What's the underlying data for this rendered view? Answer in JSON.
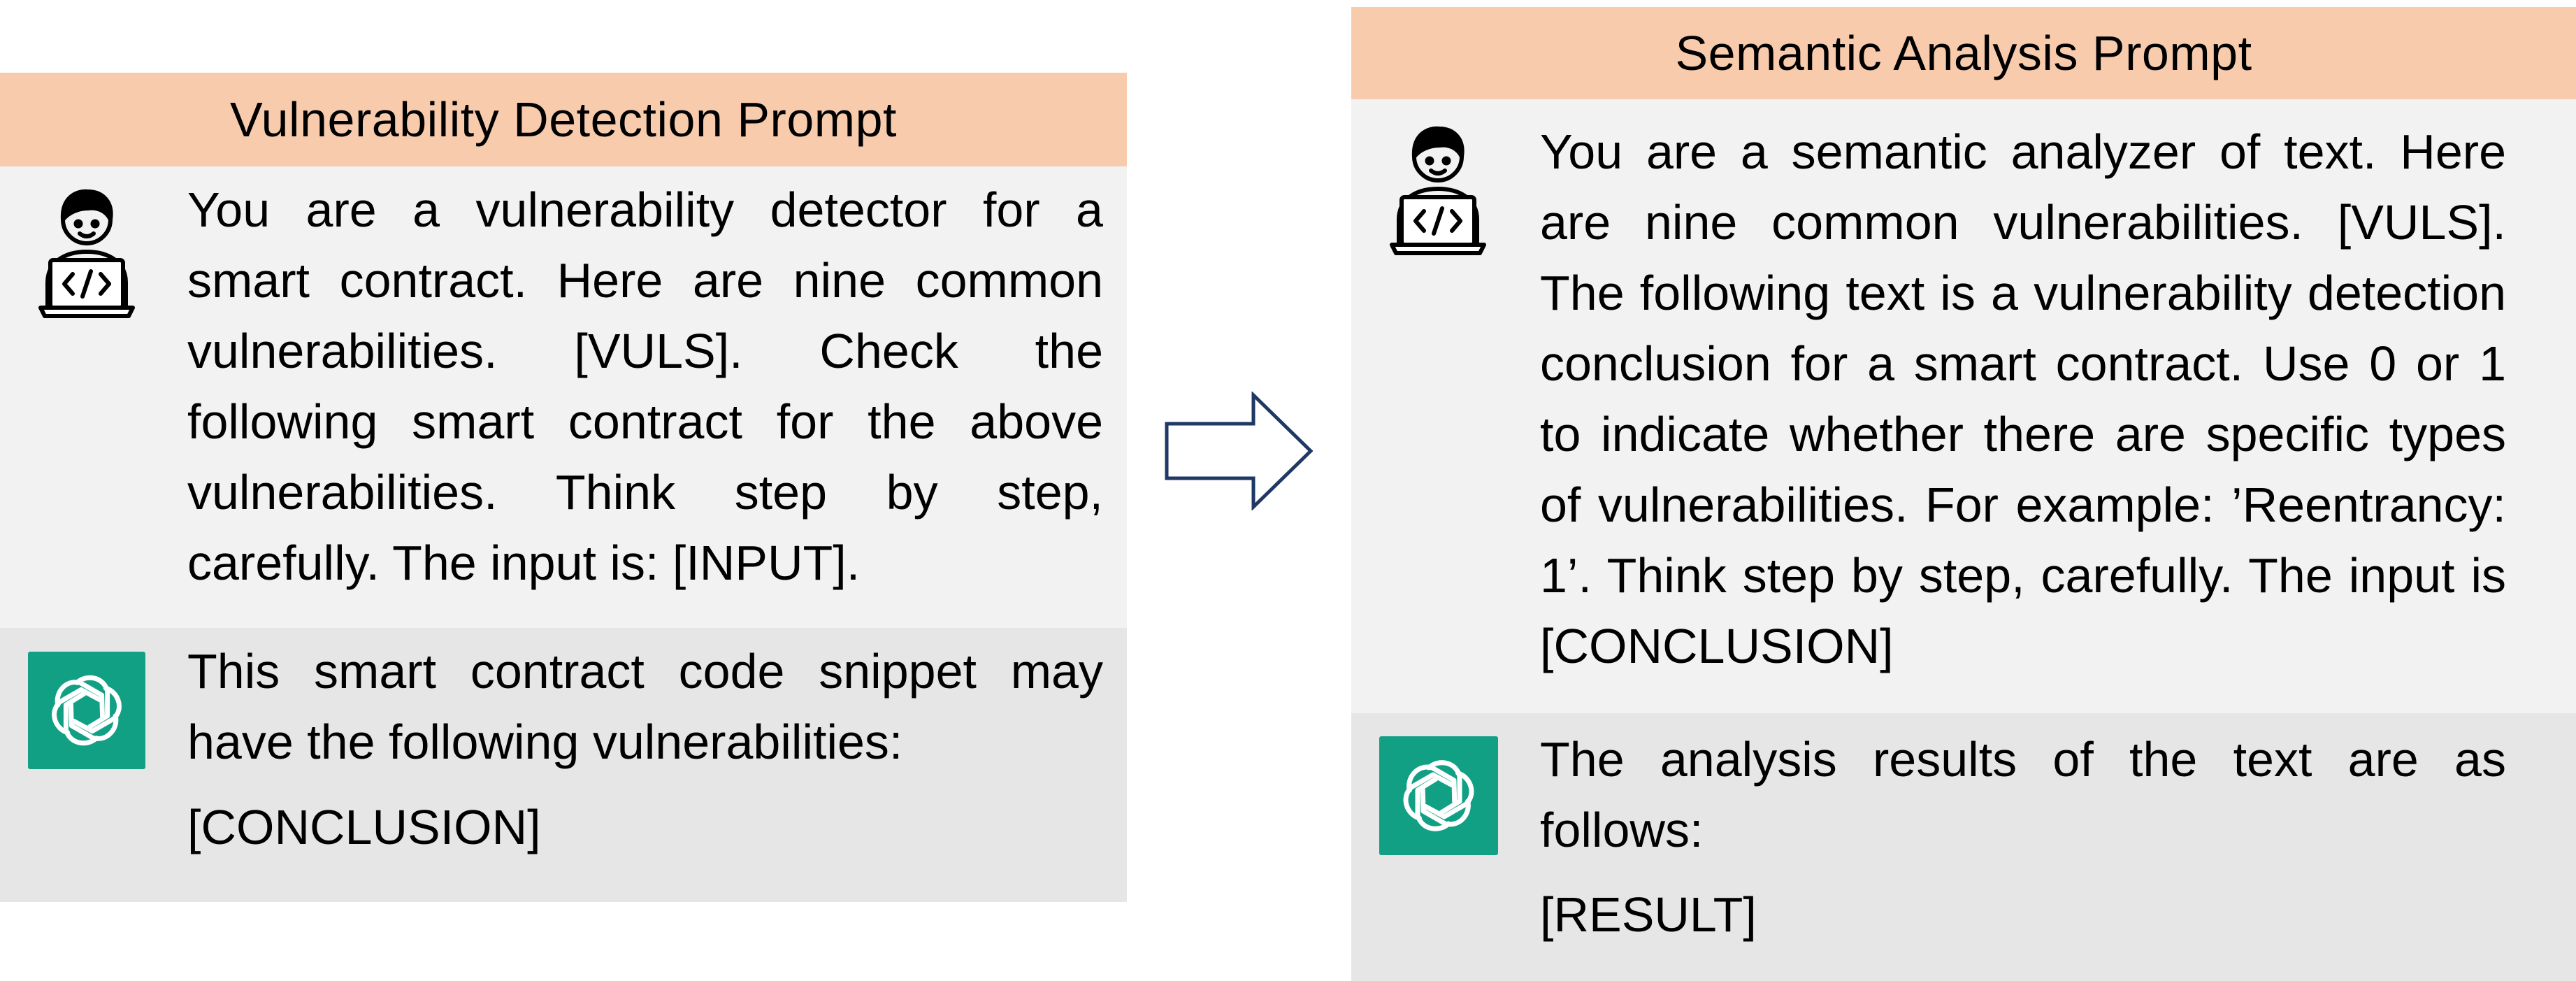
{
  "left_panel": {
    "title": "Vulnerability Detection Prompt",
    "user_message": "You are a vulnerability detector for a smart contract. Here are nine common vulnerabilities. [VULS]. Check the following smart contract for the above vulnerabilities. Think step by step, carefully. The input is: [INPUT].",
    "assistant_message": "This smart contract code snippet may have the following vulnerabilities:",
    "assistant_output": "[CONCLUSION]"
  },
  "right_panel": {
    "title": "Semantic Analysis Prompt",
    "user_message": "You are a semantic analyzer of text. Here are nine common vulnerabilities. [VULS]. The following text is a vulnerability detection conclusion for a smart contract. Use 0 or 1 to indicate whether there are specific types of vulnerabilities. For example: ’Reentrancy: 1’. Think step by step, carefully. The input is [CONCLUSION]",
    "assistant_message": "The analysis results of the text are as follows:",
    "assistant_output": "[RESULT]"
  },
  "icons": {
    "user": "developer-avatar-icon",
    "assistant": "chatgpt-logo-icon",
    "flow": "right-arrow-icon"
  },
  "colors": {
    "header": "#f8cbad",
    "user_block": "#f2f2f2",
    "assistant_block": "#e7e6e6",
    "logo": "#12a085",
    "arrow": "#203864"
  }
}
